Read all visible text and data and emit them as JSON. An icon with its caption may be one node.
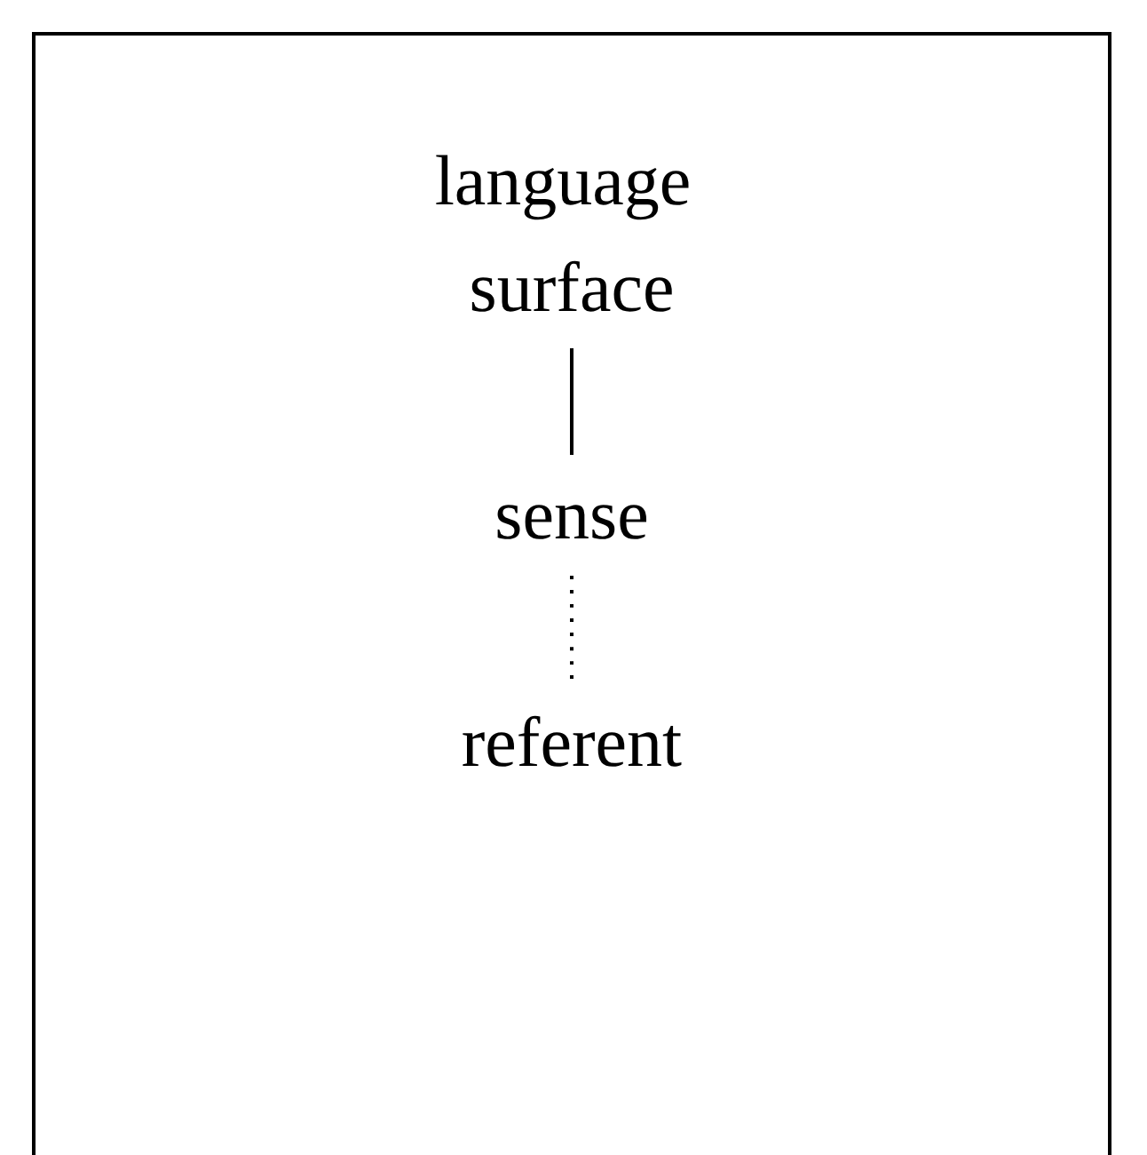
{
  "diagram": {
    "nodes": [
      {
        "text": [
          "language surface"
        ]
      },
      {
        "text": [
          "sense"
        ]
      },
      {
        "text": [
          "referent"
        ]
      }
    ],
    "edges": [
      {
        "from": 0,
        "to": 1,
        "arrow": "none"
      },
      {
        "from": 1,
        "to": 2,
        "arrow": "none",
        "style": "dashed"
      }
    ]
  }
}
